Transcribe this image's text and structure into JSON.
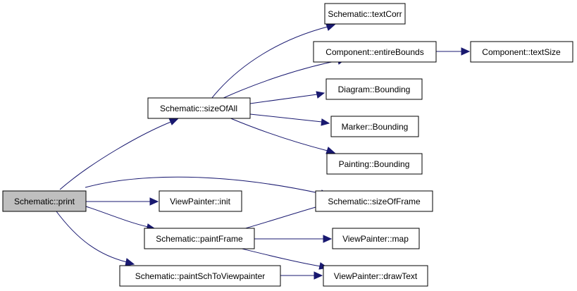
{
  "colors": {
    "edge": "#191970",
    "node_fill": "#ffffff",
    "root_fill": "#bfbfbf",
    "border": "#000000"
  },
  "nodes": {
    "print": "Schematic::print",
    "sizeOfAll": "Schematic::sizeOfAll",
    "textCorr": "Schematic::textCorr",
    "entireBounds": "Component::entireBounds",
    "textSize": "Component::textSize",
    "diagramBounding": "Diagram::Bounding",
    "markerBounding": "Marker::Bounding",
    "paintingBounding": "Painting::Bounding",
    "sizeOfFrame": "Schematic::sizeOfFrame",
    "viewPainterInit": "ViewPainter::init",
    "paintFrame": "Schematic::paintFrame",
    "viewPainterMap": "ViewPainter::map",
    "paintSchToViewpainter": "Schematic::paintSchToViewpainter",
    "drawText": "ViewPainter::drawText"
  }
}
